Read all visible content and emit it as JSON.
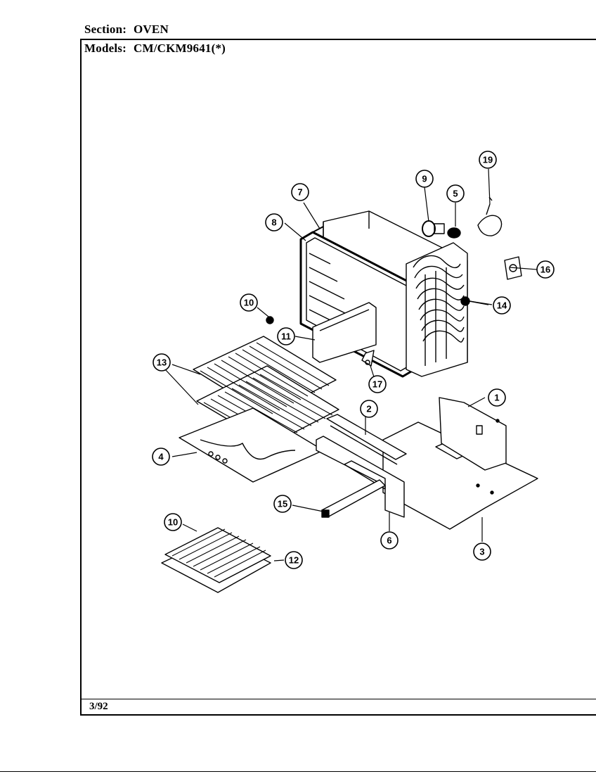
{
  "header": {
    "section_label": "Section:",
    "section_value": "OVEN",
    "models_label": "Models:",
    "models_value": "CM/CKM9641(*)"
  },
  "footer": {
    "date": "3/92"
  },
  "callouts": [
    {
      "id": "c1",
      "number": "1"
    },
    {
      "id": "c2",
      "number": "2"
    },
    {
      "id": "c3",
      "number": "3"
    },
    {
      "id": "c4",
      "number": "4"
    },
    {
      "id": "c5",
      "number": "5"
    },
    {
      "id": "c6",
      "number": "6"
    },
    {
      "id": "c7",
      "number": "7"
    },
    {
      "id": "c8",
      "number": "8"
    },
    {
      "id": "c9",
      "number": "9"
    },
    {
      "id": "c10a",
      "number": "10"
    },
    {
      "id": "c10b",
      "number": "10"
    },
    {
      "id": "c11",
      "number": "11"
    },
    {
      "id": "c12",
      "number": "12"
    },
    {
      "id": "c13",
      "number": "13"
    },
    {
      "id": "c14",
      "number": "14"
    },
    {
      "id": "c15",
      "number": "15"
    },
    {
      "id": "c16",
      "number": "16"
    },
    {
      "id": "c17",
      "number": "17"
    },
    {
      "id": "c19",
      "number": "19"
    }
  ]
}
